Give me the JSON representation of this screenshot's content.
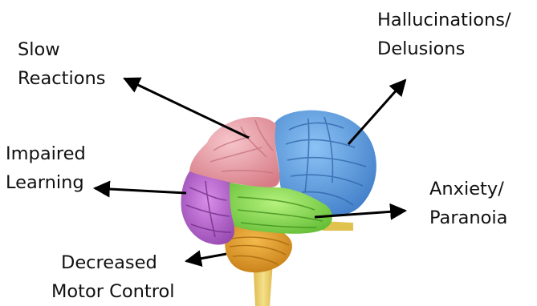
{
  "labels": {
    "slow_reactions": [
      "Slow",
      "Reactions"
    ],
    "hallucinations": [
      "Hallucinations/",
      "Delusions"
    ],
    "impaired_learning": [
      "Impaired",
      "Learning"
    ],
    "anxiety": [
      "Anxiety/",
      "Paranoia"
    ],
    "motor_control": [
      "Decreased",
      "Motor Control"
    ]
  },
  "colors": {
    "frontal_lobe": "#e9a0a7",
    "parietal_lobe": "#5a9ee0",
    "prefrontal_region": "#b660cf",
    "temporal_lobe": "#88df55",
    "cerebellum": "#e59a2c",
    "brain_stem": "#eccf6c",
    "arrow": "#000000"
  }
}
